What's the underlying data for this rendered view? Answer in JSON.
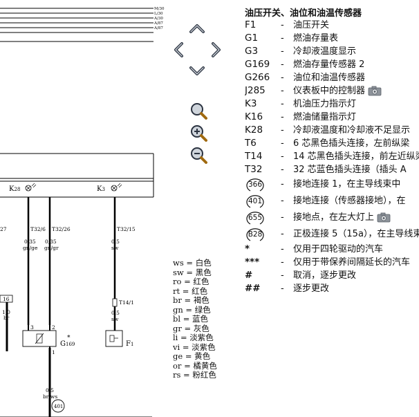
{
  "diagram": {
    "bus_labels": [
      "M/30",
      "L/30",
      "A/30",
      "A/87",
      "A/87"
    ],
    "indicators": [
      {
        "code": "K",
        "sub": "28"
      },
      {
        "code": "K",
        "sub": "3"
      }
    ],
    "wire_refs": {
      "w1": "T32/6",
      "w2": "T32/26",
      "w3": "T32/15",
      "w4": "T14/1",
      "left_partial": "27"
    },
    "wire_specs": {
      "w1_size": "0,35",
      "w1_color": "gn/ge",
      "w2_size": "0,35",
      "w2_color": "gn/gr",
      "w3_size": "0,5",
      "w3_color": "sw",
      "w4_size": "0,5",
      "w4_color": "sw",
      "left_size": "1,0",
      "left_color": "br",
      "bottom_size": "0,5",
      "bottom_color": "br/ws"
    },
    "connector_left": "16",
    "pins": {
      "p3": "3",
      "p2": "2",
      "p1": "1"
    },
    "component_sensor": {
      "code": "G",
      "sub": "169",
      "star": "*"
    },
    "component_switch": {
      "code": "F",
      "sub": "1"
    },
    "ground_point": "401"
  },
  "navigation": {
    "icons": [
      "chevron-up-icon",
      "chevron-left-icon",
      "chevron-right-icon",
      "chevron-down-icon",
      "magnifier-icon",
      "zoom-in-icon",
      "zoom-out-icon"
    ]
  },
  "wire_colors": [
    {
      "code": "ws",
      "name": "白色"
    },
    {
      "code": "sw",
      "name": "黑色"
    },
    {
      "code": "ro",
      "name": "红色"
    },
    {
      "code": "rt",
      "name": "红色"
    },
    {
      "code": "br",
      "name": "褐色"
    },
    {
      "code": "gn",
      "name": "绿色"
    },
    {
      "code": "bl",
      "name": "蓝色"
    },
    {
      "code": "gr",
      "name": "灰色"
    },
    {
      "code": "li",
      "name": "淡紫色"
    },
    {
      "code": "vi",
      "name": "淡紫色"
    },
    {
      "code": "ge",
      "name": "黄色"
    },
    {
      "code": "or",
      "name": "橘黄色"
    },
    {
      "code": "rs",
      "name": "粉红色"
    }
  ],
  "legend": {
    "title": "油压开关、油位和油温传感器",
    "items": [
      {
        "code": "F1",
        "desc": "油压开关",
        "camera": false
      },
      {
        "code": "G1",
        "desc": "燃油存量表",
        "camera": false
      },
      {
        "code": "G3",
        "desc": "冷却液温度显示",
        "camera": false
      },
      {
        "code": "G169",
        "desc": "燃油存量传感器 2",
        "camera": false
      },
      {
        "code": "G266",
        "desc": "油位和油温传感器",
        "camera": false
      },
      {
        "code": "J285",
        "desc": "仪表板中的控制器",
        "camera": true
      },
      {
        "code": "K3",
        "desc": "机油压力指示灯",
        "camera": false
      },
      {
        "code": "K16",
        "desc": "燃油储量指示灯",
        "camera": false
      },
      {
        "code": "K28",
        "desc": "冷却液温度和冷却液不足显示",
        "camera": false
      },
      {
        "code": "T6",
        "desc": "6 芯黑色插头连接，左前纵梁",
        "camera": false
      },
      {
        "code": "T14",
        "desc": "14 芯黑色插头连接，前左近纵梁",
        "camera": false
      },
      {
        "code": "T32",
        "desc": "32 芯蓝色插头连接（插头 A",
        "camera": false
      }
    ],
    "ground_items": [
      {
        "code": "366",
        "desc": "接地连接 1，在主导线束中",
        "camera": false
      },
      {
        "code": "401",
        "desc": "接地连接（传感器接地），在",
        "camera": false
      },
      {
        "code": "655",
        "desc": "接地点，在左大灯上",
        "camera": true
      },
      {
        "code": "B28",
        "desc": "正极连接 5（15a），在主导线束",
        "camera": false
      }
    ],
    "notes": [
      {
        "code": "*",
        "desc": "仅用于四轮驱动的汽车"
      },
      {
        "code": "***",
        "desc": "仅用于带保养间隔延长的汽车"
      },
      {
        "code": "#",
        "desc": "取消，逐步更改"
      },
      {
        "code": "##",
        "desc": "逐步更改"
      }
    ]
  }
}
